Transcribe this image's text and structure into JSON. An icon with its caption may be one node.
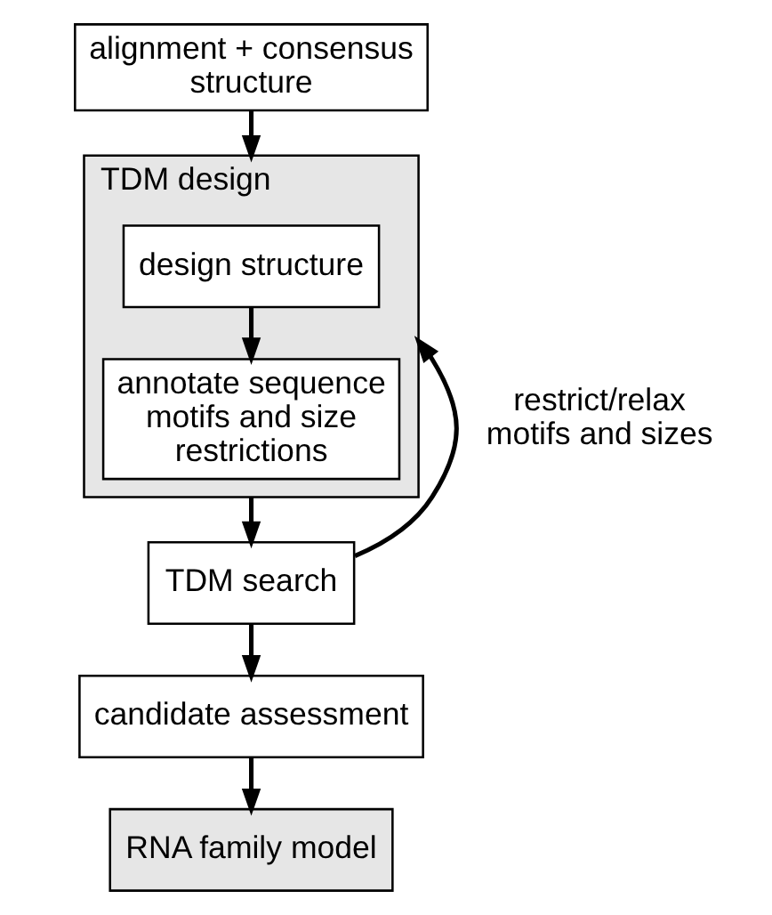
{
  "diagram": {
    "nodes": [
      {
        "text": [
          "alignment + consensus structure"
        ]
      },
      {
        "text": [
          "TDM design"
        ]
      },
      {
        "text": [
          "design structure"
        ],
        "in": 1
      },
      {
        "text": [
          "annotate sequence motifs and size restrictions"
        ],
        "in": 1
      },
      {
        "text": [
          "TDM search"
        ]
      },
      {
        "text": [
          "candidate assessment"
        ]
      },
      {
        "text": [
          "RNA family model"
        ]
      }
    ],
    "edges": [
      {
        "from": 0,
        "to": 1,
        "arrow": "to"
      },
      {
        "from": 2,
        "to": 3,
        "arrow": "to"
      },
      {
        "from": 1,
        "to": 4,
        "arrow": "to"
      },
      {
        "from": 4,
        "to": 1,
        "arrow": "to",
        "label": "restrict/relax motifs and sizes"
      },
      {
        "from": 4,
        "to": 5,
        "arrow": "to"
      },
      {
        "from": 5,
        "to": 6,
        "arrow": "to"
      }
    ]
  }
}
